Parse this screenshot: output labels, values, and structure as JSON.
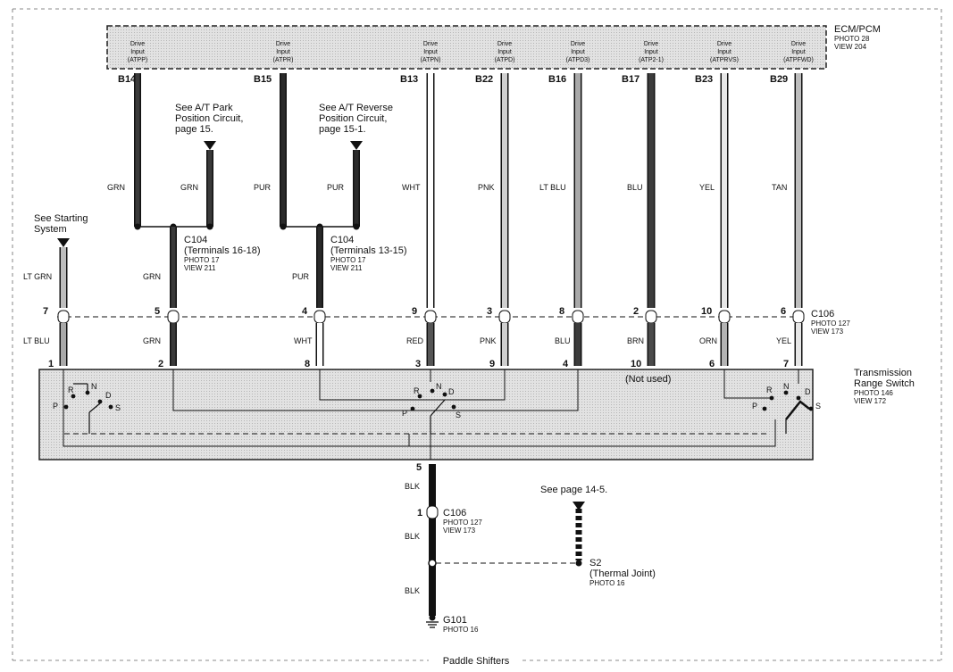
{
  "ecm": {
    "title": "ECM/PCM",
    "photo": "PHOTO 28",
    "view": "VIEW 204",
    "cells": [
      {
        "l1": "Drive",
        "l2": "Input",
        "l3": "(ATPP)"
      },
      {
        "l1": "Drive",
        "l2": "Input",
        "l3": "(ATPR)"
      },
      {
        "l1": "Drive",
        "l2": "Input",
        "l3": "(ATPN)"
      },
      {
        "l1": "Drive",
        "l2": "Input",
        "l3": "(ATPD)"
      },
      {
        "l1": "Drive",
        "l2": "Input",
        "l3": "(ATPD3)"
      },
      {
        "l1": "Drive",
        "l2": "Input",
        "l3": "(ATP2-1)"
      },
      {
        "l1": "Drive",
        "l2": "Input",
        "l3": "(ATPRVS)"
      },
      {
        "l1": "Drive",
        "l2": "Input",
        "l3": "(ATPFWD)"
      }
    ]
  },
  "top_wires": [
    {
      "pin": "B14",
      "color": "GRN"
    },
    {
      "pin": "B15",
      "color": "PUR"
    },
    {
      "pin": "B13",
      "color": "WHT"
    },
    {
      "pin": "B22",
      "color": "PNK"
    },
    {
      "pin": "B16",
      "color": "LT BLU"
    },
    {
      "pin": "B17",
      "color": "BLU"
    },
    {
      "pin": "B23",
      "color": "YEL"
    },
    {
      "pin": "B29",
      "color": "TAN"
    }
  ],
  "branch_wires": [
    "GRN",
    "PUR"
  ],
  "park_note": {
    "l1": "See A/T Park",
    "l2": "Position Circuit,",
    "l3": "page 15."
  },
  "reverse_note": {
    "l1": "See A/T Reverse",
    "l2": "Position Circuit,",
    "l3": "page 15-1."
  },
  "starting_note": {
    "l1": "See Starting",
    "l2": "System"
  },
  "c104_a": {
    "name": "C104",
    "terminals": "(Terminals 16-18)",
    "photo": "PHOTO 17",
    "view": "VIEW 211"
  },
  "c104_b": {
    "name": "C104",
    "terminals": "(Terminals 13-15)",
    "photo": "PHOTO 17",
    "view": "VIEW 211"
  },
  "mid_wires": [
    "LT GRN",
    "GRN",
    "PUR"
  ],
  "c106_upper": {
    "pins": [
      "7",
      "5",
      "4",
      "9",
      "3",
      "8",
      "2",
      "10",
      "6"
    ],
    "name": "C106",
    "photo": "PHOTO 127",
    "view": "VIEW 173"
  },
  "lower_wires": [
    {
      "color": "LT BLU",
      "pin": "1"
    },
    {
      "color": "GRN",
      "pin": "2"
    },
    {
      "color": "WHT",
      "pin": "8"
    },
    {
      "color": "RED",
      "pin": "3"
    },
    {
      "color": "PNK",
      "pin": "9"
    },
    {
      "color": "BLU",
      "pin": "4"
    },
    {
      "color": "BRN",
      "pin": "10"
    },
    {
      "color": "ORN",
      "pin": "6"
    },
    {
      "color": "YEL",
      "pin": "7"
    }
  ],
  "switch": {
    "name1": "Transmission",
    "name2": "Range Switch",
    "photo": "PHOTO 146",
    "view": "VIEW 172",
    "not_used": "(Not used)",
    "pos_r": "R",
    "pos_n": "N",
    "pos_d": "D",
    "pos_p": "P",
    "pos_s": "S"
  },
  "ground": {
    "pin_top": "5",
    "wire1": "BLK",
    "c106_pin": "1",
    "c106_name": "C106",
    "c106_photo": "PHOTO 127",
    "c106_view": "VIEW 173",
    "wire2": "BLK",
    "wire3": "BLK",
    "g_name": "G101",
    "g_photo": "PHOTO 16"
  },
  "s2": {
    "see": "See page 14-5.",
    "name": "S2",
    "desc": "(Thermal Joint)",
    "photo": "PHOTO 16"
  },
  "footer": "Paddle Shifters"
}
